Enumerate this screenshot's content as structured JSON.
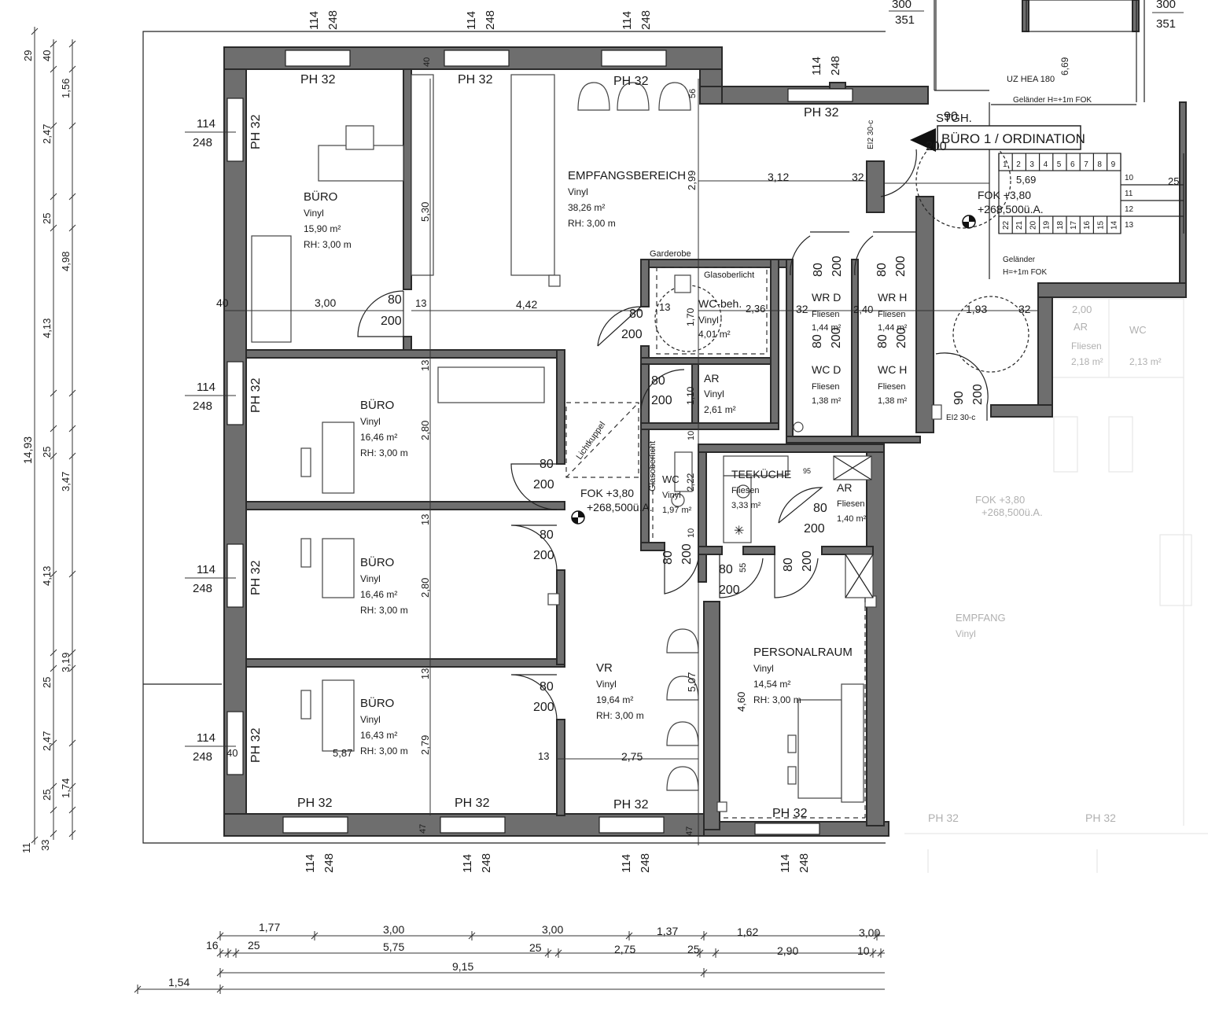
{
  "rooms": [
    {
      "key": "buero1",
      "name": "BÜRO",
      "floor": "Vinyl",
      "area": "15,90 m²",
      "height": "RH: 3,00 m"
    },
    {
      "key": "empfang",
      "name": "EMPFANGSBEREICH",
      "floor": "Vinyl",
      "area": "38,26 m²",
      "height": "RH: 3,00 m"
    },
    {
      "key": "buero2",
      "name": "BÜRO",
      "floor": "Vinyl",
      "area": "16,46 m²",
      "height": "RH: 3,00 m"
    },
    {
      "key": "buero3",
      "name": "BÜRO",
      "floor": "Vinyl",
      "area": "16,46 m²",
      "height": "RH: 3,00 m"
    },
    {
      "key": "buero4",
      "name": "BÜRO",
      "floor": "Vinyl",
      "area": "16,43 m²",
      "height": "RH: 3,00 m"
    },
    {
      "key": "vr",
      "name": "VR",
      "floor": "Vinyl",
      "area": "19,64 m²",
      "height": "RH: 3,00 m"
    },
    {
      "key": "personal",
      "name": "PERSONALRAUM",
      "floor": "Vinyl",
      "area": "14,54 m²",
      "height": "RH: 3,00 m"
    },
    {
      "key": "wcbeh",
      "name": "WC-beh.",
      "floor": "Vinyl",
      "area": "4,01 m²",
      "height": ""
    },
    {
      "key": "ar1",
      "name": "AR",
      "floor": "Vinyl",
      "area": "2,61 m²",
      "height": ""
    },
    {
      "key": "wrd",
      "name": "WR D",
      "floor": "Fliesen",
      "area": "1,44 m²",
      "height": ""
    },
    {
      "key": "wrh",
      "name": "WR H",
      "floor": "Fliesen",
      "area": "1,44 m²",
      "height": ""
    },
    {
      "key": "wcd",
      "name": "WC D",
      "floor": "Fliesen",
      "area": "1,38 m²",
      "height": ""
    },
    {
      "key": "wch",
      "name": "WC H",
      "floor": "Fliesen",
      "area": "1,38 m²",
      "height": ""
    },
    {
      "key": "wc",
      "name": "WC",
      "floor": "Vinyl",
      "area": "1,97 m²",
      "height": ""
    },
    {
      "key": "tee",
      "name": "TEEKÜCHE",
      "floor": "Fliesen",
      "area": "3,33 m²",
      "height": ""
    },
    {
      "key": "ar2",
      "name": "AR",
      "floor": "Fliesen",
      "area": "1,40 m²",
      "height": ""
    }
  ],
  "labels": {
    "unit_tag": "BÜRO 1 / ORDINATION",
    "stgh": "STGH.",
    "garderobe": "Garderobe",
    "lichtkuppel": "Lichtkuppel",
    "glasoberlicht": "Glasoberlicht",
    "fok_a": "FOK +3,80",
    "fok_b": "+268,500ü.A.",
    "fok2_a": "FOK +3,80",
    "fok2_b": "+268,500ü.A.",
    "uz": "UZ HEA 180",
    "gelaender_top": "Geländer H=+1m FOK",
    "gelaender_bot_a": "Geländer",
    "gelaender_bot_b": "H=+1m FOK",
    "ei_a": "EI2 30-c",
    "ei_b": "EI2 30-c",
    "window": "PH 32",
    "win_a": "114",
    "win_b": "248",
    "door_w80": "80",
    "door_w90": "90",
    "door_h": "200",
    "t300": "300",
    "t351": "351",
    "t669": "6,69",
    "t95": "95"
  },
  "dimensions": {
    "left_outer": [
      "29",
      "40",
      "1,56",
      "2,47",
      "25",
      "4,98",
      "4,13",
      "25",
      "3,47",
      "4,13",
      "25",
      "3,19",
      "2,47",
      "25",
      "1,74",
      "11",
      "33"
    ],
    "left_total": "14,93",
    "bottom_row1": [
      "1,77",
      "3,00",
      "3,00",
      "1,37",
      "1,62",
      "3,00"
    ],
    "bottom_row2": [
      "16",
      "25",
      "5,75",
      "25",
      "2,75",
      "25",
      "2,90",
      "10"
    ],
    "bottom_row3": "9,15",
    "bottom_row4": "1,54",
    "interior": {
      "d300": "3,00",
      "d442": "4,42",
      "d312": "3,12",
      "d32": "32",
      "d40": "40",
      "d13": "13",
      "d530": "5,30",
      "d299": "2,99",
      "d280": "2,80",
      "d279": "2,79",
      "d587": "5,87",
      "d275": "2,75",
      "d460": "4,60",
      "d507": "5,07",
      "d193": "1,93",
      "d569": "5,69",
      "d236": "2,36",
      "d170": "1,70",
      "d110": "1,10",
      "d222": "2,22",
      "d10": "10",
      "d47": "47",
      "d56": "56",
      "d55": "55",
      "d25": "25",
      "d240": "2,40"
    }
  },
  "stairs": {
    "upper": [
      "1",
      "2",
      "3",
      "4",
      "5",
      "6",
      "7",
      "8",
      "9"
    ],
    "right": [
      "10",
      "11",
      "12",
      "13"
    ],
    "lower": [
      "22",
      "21",
      "20",
      "19",
      "18",
      "17",
      "16",
      "15",
      "14"
    ]
  },
  "ghost": {
    "t_200": "2,00",
    "ar": "AR",
    "fliesen": "Fliesen",
    "area": "2,18 m²",
    "wc": "WC",
    "wcarea": "2,13 m²",
    "fok_a": "FOK +3,80",
    "fok_b": "+268,500ü.A.",
    "empfang": "EMPFANG",
    "vinyl": "Vinyl",
    "ph": "PH 32"
  }
}
